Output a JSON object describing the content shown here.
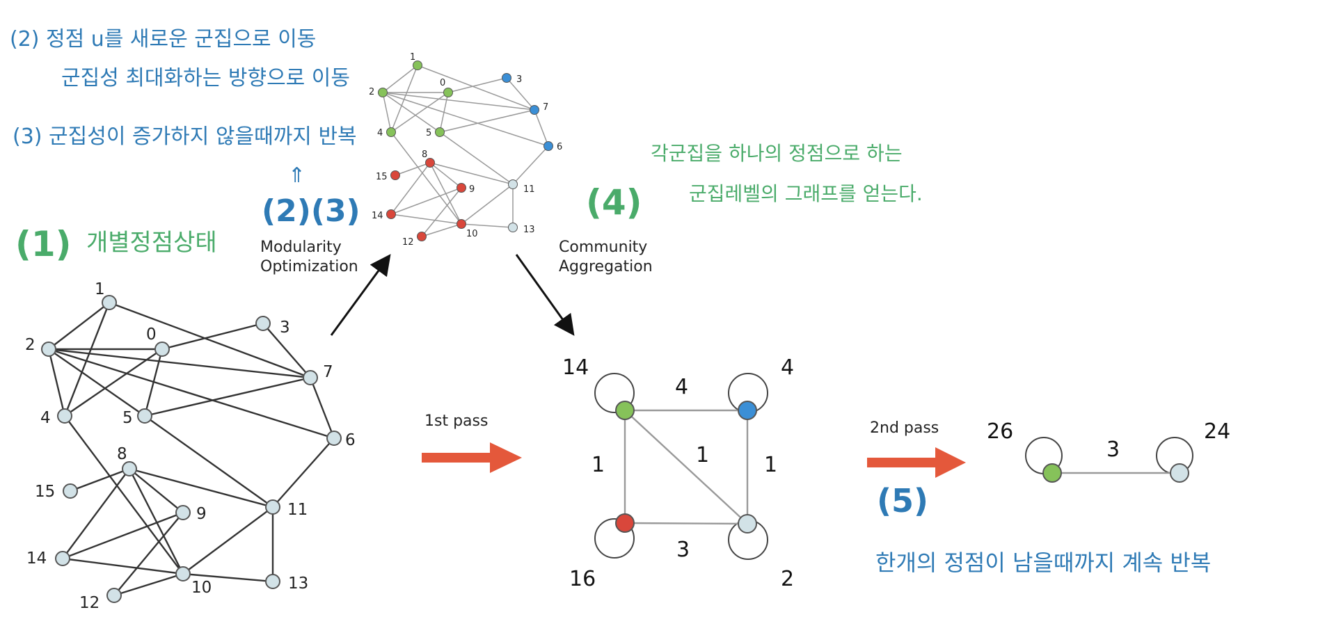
{
  "notes": {
    "step2_line1": "(2) 정점 u를 새로운 군집으로 이동",
    "step2_line2": "군집성 최대화하는 방향으로 이동",
    "step3": "(3) 군집성이 증가하지 않을때까지 반복",
    "arrow_up": "⇑",
    "step1_label": "(1)",
    "step1_text": "개별정점상태",
    "step23_label": "(2)(3)",
    "step4_label": "(4)",
    "step4_line1": "각군집을 하나의 정점으로 하는",
    "step4_line2": "군집레벨의 그래프를 얻는다.",
    "step5_label": "(5)",
    "step5_text": "한개의 정점이 남을때까지 계속 반복"
  },
  "captions": {
    "modularity_line1": "Modularity",
    "modularity_line2": "Optimization",
    "community_line1": "Community",
    "community_line2": "Aggregation",
    "first_pass": "1st pass",
    "second_pass": "2nd pass"
  },
  "colors": {
    "green": "#86c25a",
    "blue": "#3b8fd6",
    "red": "#d9473b",
    "light": "#d2e2e7",
    "arrow_red": "#e4583b",
    "note_blue": "#2e7ab5",
    "note_green": "#4aab6a"
  },
  "original_graph": {
    "nodes": [
      "0",
      "1",
      "2",
      "3",
      "4",
      "5",
      "6",
      "7",
      "8",
      "9",
      "10",
      "11",
      "12",
      "13",
      "14",
      "15"
    ],
    "edges": [
      [
        "0",
        "2"
      ],
      [
        "0",
        "3"
      ],
      [
        "0",
        "4"
      ],
      [
        "0",
        "5"
      ],
      [
        "1",
        "2"
      ],
      [
        "1",
        "4"
      ],
      [
        "1",
        "7"
      ],
      [
        "2",
        "4"
      ],
      [
        "2",
        "5"
      ],
      [
        "2",
        "6"
      ],
      [
        "2",
        "7"
      ],
      [
        "3",
        "7"
      ],
      [
        "4",
        "10"
      ],
      [
        "5",
        "7"
      ],
      [
        "5",
        "11"
      ],
      [
        "6",
        "7"
      ],
      [
        "6",
        "11"
      ],
      [
        "8",
        "11"
      ],
      [
        "8",
        "14"
      ],
      [
        "8",
        "15"
      ],
      [
        "8",
        "9"
      ],
      [
        "8",
        "10"
      ],
      [
        "9",
        "12"
      ],
      [
        "9",
        "14"
      ],
      [
        "10",
        "12"
      ],
      [
        "10",
        "13"
      ],
      [
        "10",
        "14"
      ],
      [
        "10",
        "11"
      ],
      [
        "11",
        "13"
      ]
    ]
  },
  "partitioned_graph": {
    "communities": {
      "green": [
        "0",
        "1",
        "2",
        "4",
        "5"
      ],
      "blue": [
        "3",
        "6",
        "7"
      ],
      "red": [
        "8",
        "9",
        "10",
        "12",
        "14",
        "15"
      ],
      "light": [
        "11",
        "13"
      ]
    }
  },
  "aggregated_graph": {
    "nodes": [
      {
        "label": "14",
        "community": "green"
      },
      {
        "label": "4",
        "community": "blue"
      },
      {
        "label": "16",
        "community": "red"
      },
      {
        "label": "2",
        "community": "light"
      }
    ],
    "edge_weights": {
      "top": "4",
      "left": "1",
      "right": "1",
      "diagonal": "1",
      "bottom": "3"
    }
  },
  "final_graph": {
    "nodes": [
      {
        "label": "26",
        "community": "green"
      },
      {
        "label": "24",
        "community": "light"
      }
    ],
    "edge_weight": "3"
  }
}
